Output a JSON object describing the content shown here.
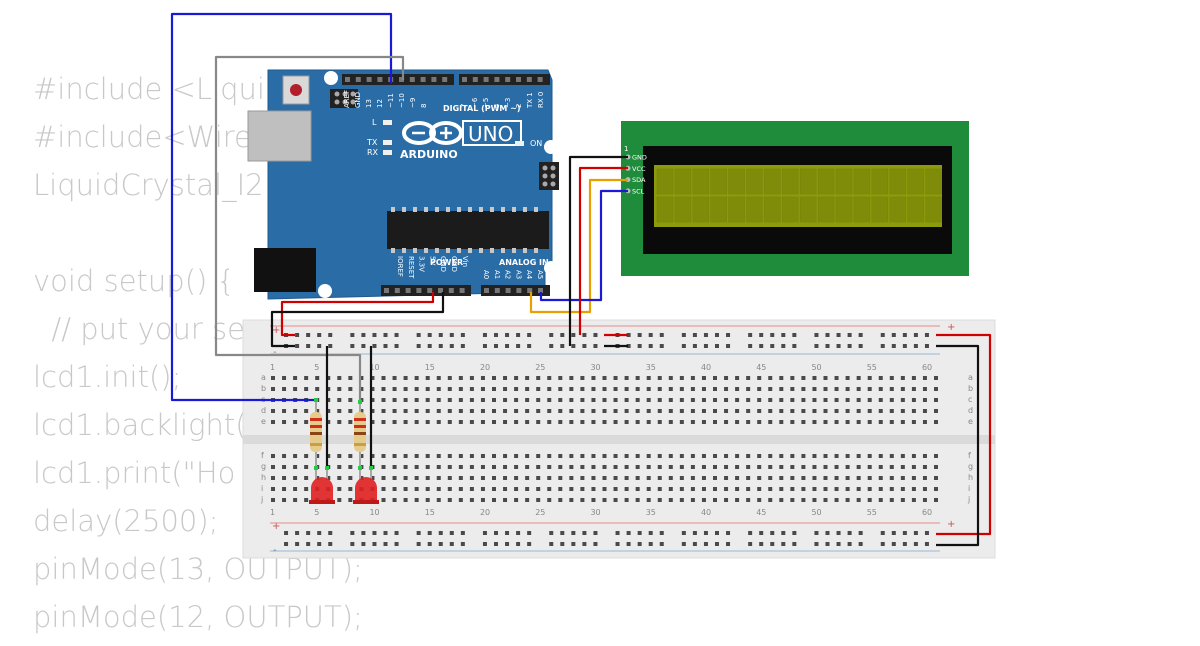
{
  "code_lines": [
    "#include <Liqui",
    "#include<Wire",
    "LiquidCrystal_I2",
    "",
    "void setup() {",
    "  // put your se",
    "lcd1.init();",
    "lcd1.backlight(",
    "lcd1.print(\"Ho",
    "delay(2500);",
    "pinMode(13, OUTPUT);",
    "pinMode(12, OUTPUT);"
  ],
  "arduino": {
    "brand": "ARDUINO",
    "model": "UNO",
    "digital_header": "DIGITAL (PWM ~)",
    "power_header": "POWER",
    "analog_header": "ANALOG IN",
    "led_l": "L",
    "led_tx": "TX",
    "led_rx": "RX",
    "on_label": "ON",
    "digital_pins": [
      "AREF",
      "GND",
      "13",
      "12",
      "~11",
      "~10",
      "~9",
      "8",
      "7",
      "~6",
      "~5",
      "4",
      "~3",
      "2",
      "TX 1",
      "RX 0"
    ],
    "power_pins": [
      "IOREF",
      "RESET",
      "3.3V",
      "5V",
      "GND",
      "GND",
      "Vin"
    ],
    "analog_pins": [
      "A0",
      "A1",
      "A2",
      "A3",
      "A4",
      "A5"
    ]
  },
  "lcd": {
    "pin_labels": [
      "GND",
      "VCC",
      "SDA",
      "SCL"
    ],
    "pin_one": "1",
    "screen_color": "#8c9a0c",
    "board_color": "#1e8c3a"
  },
  "breadboard": {
    "row_labels_top": [
      "a",
      "b",
      "c",
      "d",
      "e"
    ],
    "row_labels_bottom": [
      "f",
      "g",
      "h",
      "i",
      "j"
    ],
    "column_numbers": [
      "1",
      "5",
      "10",
      "15",
      "20",
      "25",
      "30",
      "35",
      "40",
      "45",
      "50",
      "55",
      "60"
    ],
    "plus": "+",
    "minus": "-"
  },
  "colors": {
    "wire_blue": "#1a1ad6",
    "wire_gray": "#888888",
    "wire_red": "#d00000",
    "wire_black": "#111111",
    "wire_orange": "#e8a000",
    "arduino_blue": "#2a6ca6",
    "led_red": "#e02020"
  }
}
